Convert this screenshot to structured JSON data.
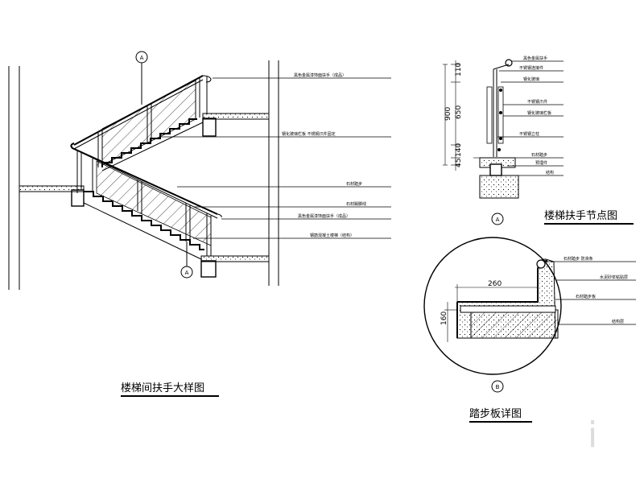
{
  "staircase_elevation": {
    "title": "楼梯间扶手大样图",
    "callout_top": "A",
    "callout_bottom": "A",
    "annotations": [
      "黑色金属漆饰面扶手（成品）",
      "钢化玻璃栏板 不锈钢爪件固定",
      "石材踏步",
      "石材踢脚线",
      "黑色金属漆饰面扶手（成品）",
      "钢筋混凝土楼梯（结构）"
    ]
  },
  "handrail_detail": {
    "title": "楼梯扶手节点图",
    "callout": "A",
    "dimensions": [
      "110",
      "650",
      "140",
      "45",
      "900"
    ],
    "annotations": [
      "黑色金属扶手",
      "不锈钢连接件",
      "钢化玻璃",
      "不锈钢爪件",
      "钢化玻璃栏板",
      "不锈钢立柱",
      "石材踏步",
      "预埋件",
      "结构"
    ]
  },
  "tread_detail": {
    "title": "踏步板详图",
    "callout": "B",
    "dimensions": [
      "260",
      "160"
    ],
    "annotations": [
      "石材踏步 防滑条",
      "水泥砂浆粘贴层",
      "石材踏步板",
      "结构层"
    ]
  },
  "watermark": "i"
}
